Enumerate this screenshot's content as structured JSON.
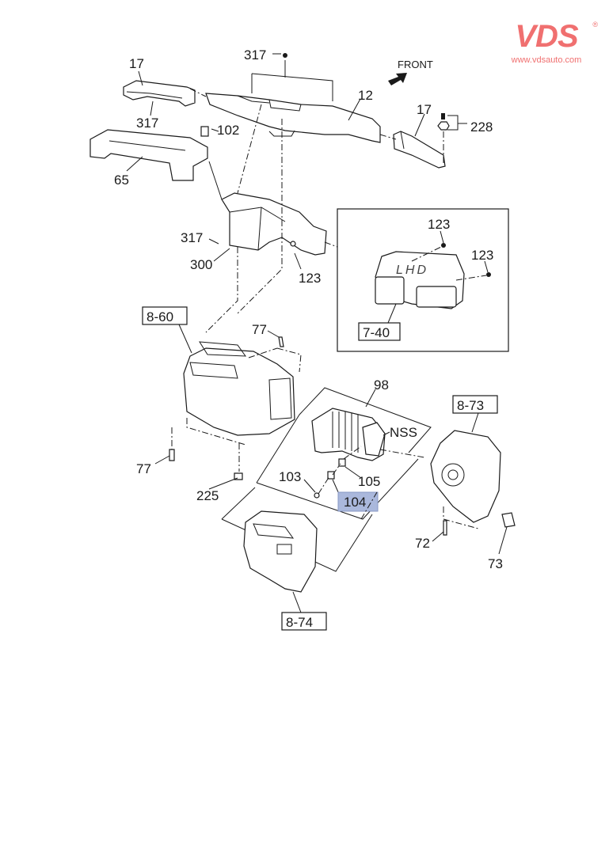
{
  "brand": {
    "logo_text": "VDS",
    "registered_mark": "®",
    "website": "www.vdsauto.com",
    "color": "#f07070"
  },
  "diagram": {
    "direction_label": "FRONT",
    "lhd_mark": "LHD",
    "highlight_color": "#aab8dc",
    "callouts": {
      "p317_top": "317",
      "p17_left": "17",
      "p317_left": "317",
      "p102": "102",
      "p65": "65",
      "p12": "12",
      "p17_right": "17",
      "p228": "228",
      "p317_mid": "317",
      "p300": "300",
      "p123_mid": "123",
      "p123_a": "123",
      "p123_b": "123",
      "p77_top": "77",
      "p77_bottom": "77",
      "p225": "225",
      "p98": "98",
      "nss": "NSS",
      "p103": "103",
      "p105": "105",
      "p104": "104",
      "p72": "72",
      "p73": "73"
    },
    "ref_boxes": {
      "r7_40": "7-40",
      "r8_60": "8-60",
      "r8_73": "8-73",
      "r8_74": "8-74"
    },
    "selected_part": "104"
  }
}
